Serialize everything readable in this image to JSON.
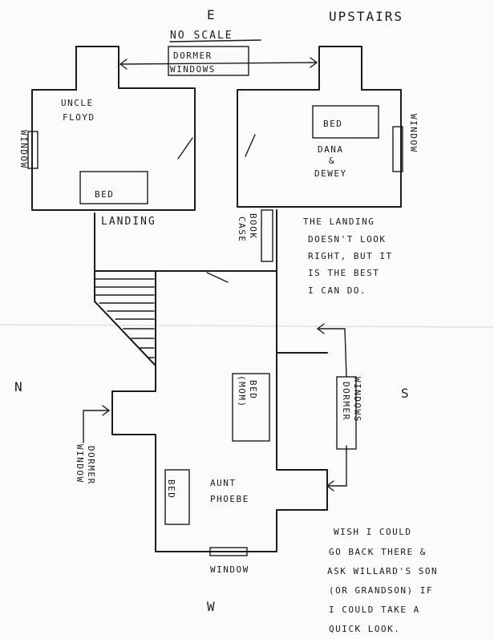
{
  "compass": {
    "east": "E",
    "north": "N",
    "south": "S",
    "west": "W"
  },
  "title": "UPSTAIRS",
  "scale_note": "NO SCALE",
  "dormer_top": [
    "DORMER",
    "WINDOWS"
  ],
  "rooms": {
    "uncle_floyd": [
      "UNCLE",
      "FLOYD"
    ],
    "dana_dewey": [
      "DANA",
      "&",
      "DEWEY"
    ],
    "aunt_phoebe": [
      "AUNT",
      "PHOEBE"
    ]
  },
  "beds": {
    "bed_floyd": "BED",
    "bed_dana": "BED",
    "bed_mom": [
      "BED",
      "(MOM)"
    ],
    "bed_phoebe": "BED"
  },
  "windows": {
    "left": "WINDOW",
    "right": "WINDOW",
    "bottom": "WINDOW"
  },
  "landing": "LANDING",
  "bookcase": [
    "BOOK",
    "CASE"
  ],
  "dormer_right": [
    "DORMER",
    "WINDOWS"
  ],
  "dormer_left": [
    "DORMER",
    "WINDOW"
  ],
  "notes": {
    "landing_note": [
      "THE LANDING",
      "DOESN'T LOOK",
      "RIGHT, BUT IT",
      "IS THE BEST",
      "I CAN DO."
    ],
    "wish_note": [
      "WISH I COULD",
      "GO BACK THERE &",
      "ASK WILLARD'S SON",
      "(OR GRANDSON) IF",
      "I COULD TAKE A",
      "QUICK LOOK."
    ]
  }
}
